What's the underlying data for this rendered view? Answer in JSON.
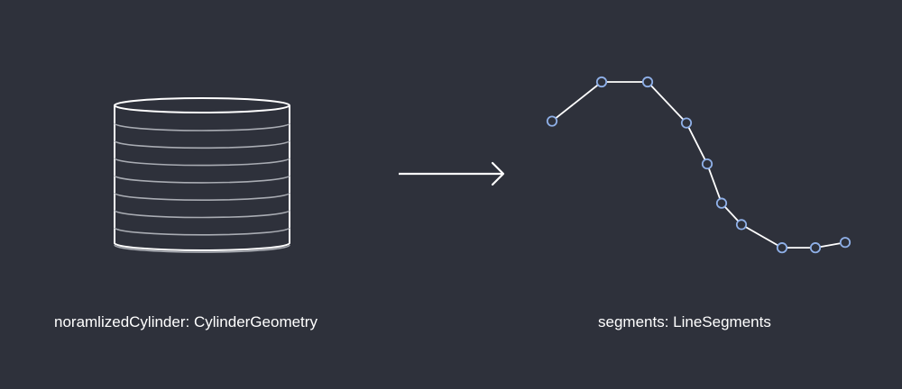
{
  "cylinder": {
    "caption": "noramlizedCylinder: CylinderGeometry",
    "ring_count": 8,
    "stroke_color": "#ffffff",
    "ring_color": "#a9acb3"
  },
  "arrow": {
    "color": "#ffffff"
  },
  "segments": {
    "caption": "segments: LineSegments",
    "line_color": "#ffffff",
    "point_color": "#8fb0e8",
    "point_fill": "#2e313b",
    "profile_values": [
      0.22,
      0.0,
      0.0,
      0.23,
      0.46,
      0.68,
      0.8,
      0.93,
      0.93,
      0.9
    ]
  },
  "background_color": "#2e313b"
}
